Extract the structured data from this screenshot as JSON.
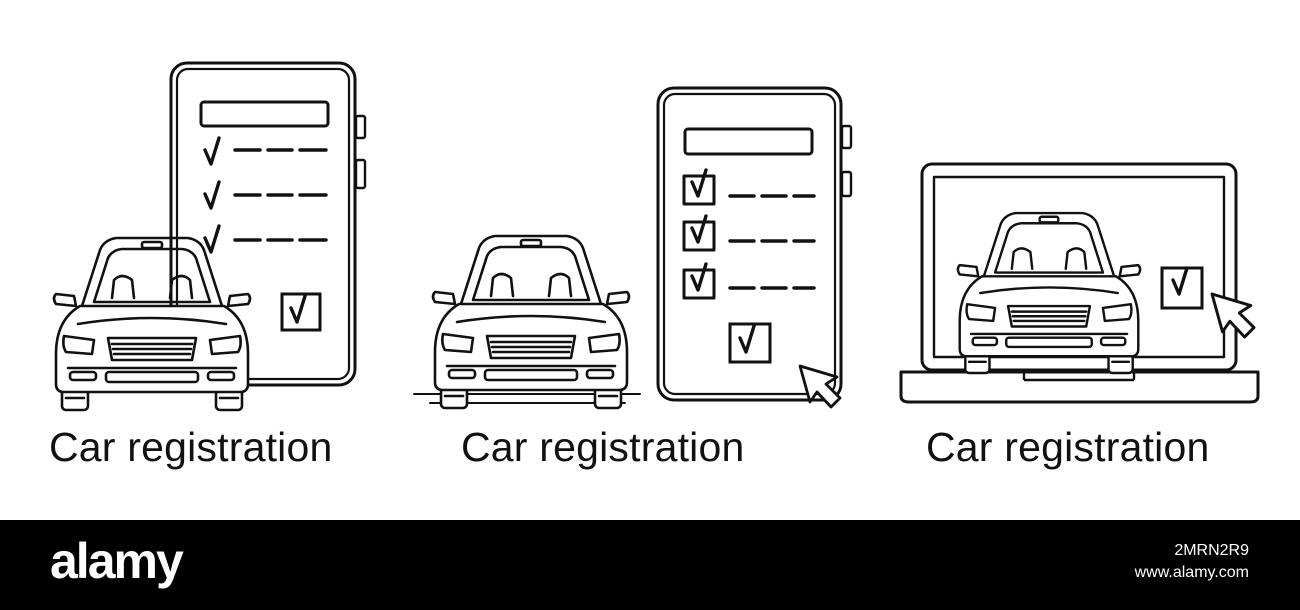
{
  "illustrations": [
    {
      "caption": "Car registration"
    },
    {
      "caption": "Car registration"
    },
    {
      "caption": "Car registration"
    }
  ],
  "footer": {
    "brand": "alamy",
    "image_id": "2MRN2R9",
    "site": "www.alamy.com"
  },
  "colors": {
    "ink": "#111111",
    "background": "#ffffff",
    "footer": "#000000",
    "footer_text": "#ffffff"
  },
  "icons": [
    "car-icon",
    "phone-checklist-icon",
    "laptop-icon",
    "checkmark-icon",
    "checkbox-icon",
    "cursor-arrow-icon"
  ]
}
